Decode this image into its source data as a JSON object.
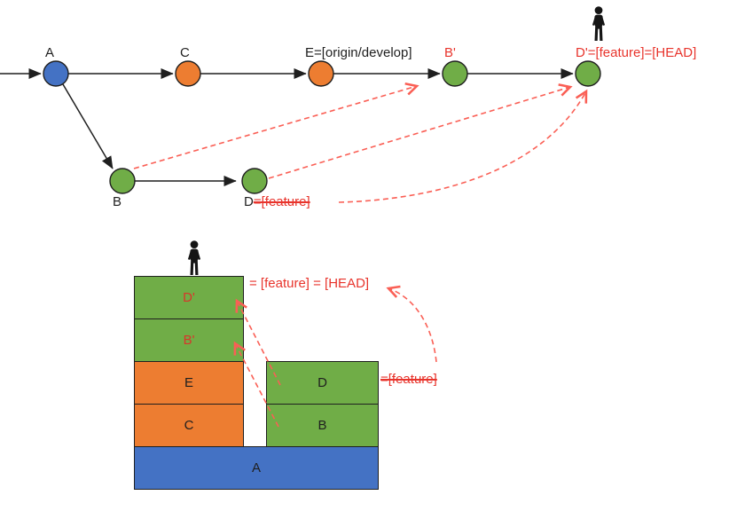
{
  "colors": {
    "commit_blue": "#4472C4",
    "commit_orange": "#ED7D31",
    "commit_green": "#70AD47",
    "red_text": "#E8342C",
    "red_dashed_line": "#FA5F55",
    "line_black": "#1F1F1F"
  },
  "icons": {
    "person_top": "person-icon",
    "person_bottom": "person-icon"
  },
  "graph": {
    "main_line": {
      "a": {
        "label": "A"
      },
      "c": {
        "label": "C"
      },
      "e": {
        "label": "E=[origin/develop]"
      },
      "b_prime": {
        "label": "B'"
      },
      "d_prime": {
        "label": "D'=[feature]=[HEAD]"
      }
    },
    "feature_line": {
      "b": {
        "label": "B"
      },
      "d": {
        "label": "D"
      },
      "d_struck_ref": "=[feature]"
    }
  },
  "stack": {
    "left_column": {
      "d_prime": "D'",
      "b_prime": "B'",
      "e": "E",
      "c": "C"
    },
    "right_column": {
      "d": "D",
      "b": "B"
    },
    "base": {
      "a": "A"
    },
    "head_ref": "= [feature] = [HEAD]",
    "struck_ref": "=[feature]"
  }
}
